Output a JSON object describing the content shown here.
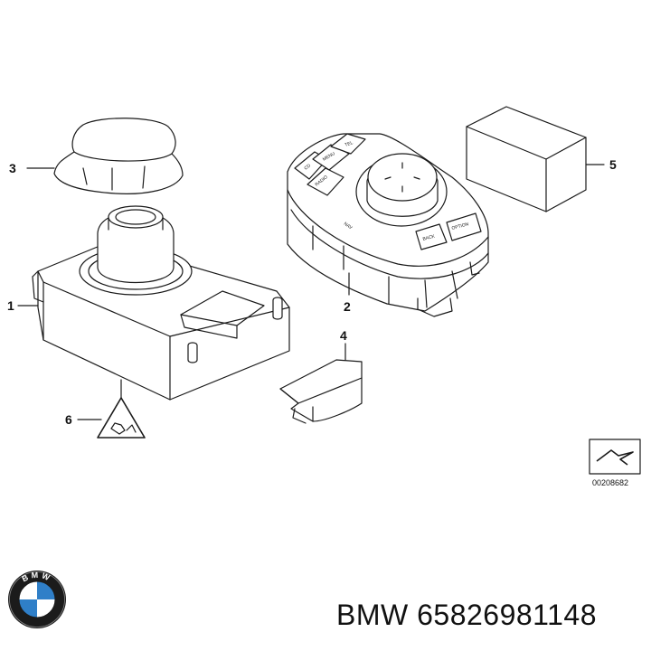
{
  "diagram": {
    "callouts": [
      {
        "id": "1",
        "label": "1"
      },
      {
        "id": "2",
        "label": "2"
      },
      {
        "id": "3",
        "label": "3"
      },
      {
        "id": "4",
        "label": "4"
      },
      {
        "id": "5",
        "label": "5"
      },
      {
        "id": "6",
        "label": "6"
      }
    ],
    "reference_number": "00208682",
    "controller_buttons": {
      "cd": "CD",
      "menu": "MENU",
      "tel": "TEL",
      "radio": "RADIO",
      "nav": "NAV",
      "back": "BACK",
      "option": "OPTION"
    }
  },
  "footer": {
    "logo_text": "BMW",
    "caption": "BMW 65826981148"
  }
}
